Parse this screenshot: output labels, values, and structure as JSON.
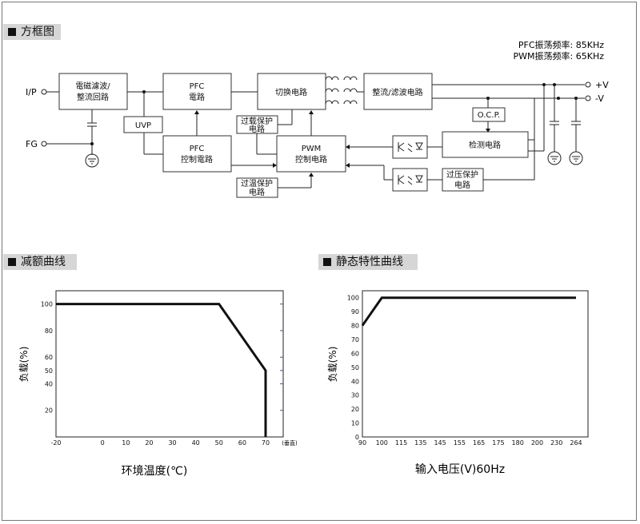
{
  "sections": {
    "block": "方框图",
    "derating": "减额曲线",
    "static": "静态特性曲线"
  },
  "freq": {
    "pfc": "PFC振荡频率: 85KHz",
    "pwm": "PWM振荡频率: 65KHz"
  },
  "blocks": {
    "emi": [
      "電磁濾波/",
      "整流回路"
    ],
    "pfc": [
      "PFC",
      "電路"
    ],
    "switch": "切换电路",
    "rect": "整流/滤波电路",
    "uvp": "UVP",
    "pfc_ctrl": [
      "PFC",
      "控制電路"
    ],
    "olp": [
      "过载保护",
      "电路"
    ],
    "pwm": [
      "PWM",
      "控制电路"
    ],
    "otp": [
      "过温保护",
      "电路"
    ],
    "ocp": "O.C.P.",
    "detect": "检测电路",
    "ovp": [
      "过压保护",
      "电路"
    ]
  },
  "terminals": {
    "ip": "I/P",
    "fg": "FG",
    "vplus": "+V",
    "vminus": "-V"
  },
  "chart_data": [
    {
      "type": "line",
      "x": [
        -20,
        50,
        70,
        70
      ],
      "y": [
        100,
        100,
        50,
        0
      ],
      "x_ticks": [
        "-20",
        "0",
        "10",
        "20",
        "30",
        "40",
        "50",
        "60",
        "70"
      ],
      "x_tick_values": [
        -20,
        0,
        10,
        20,
        30,
        40,
        50,
        60,
        70
      ],
      "x_extra_label": "(垂直)",
      "y_ticks": [
        "100",
        "80",
        "60",
        "50",
        "40",
        "20"
      ],
      "y_tick_values": [
        100,
        80,
        60,
        50,
        40,
        20
      ],
      "xlabel": "环境温度(℃)",
      "ylabel": "负载(%)",
      "xlim": [
        -20,
        80
      ],
      "ylim": [
        0,
        110
      ]
    },
    {
      "type": "line",
      "x": [
        90,
        100,
        264
      ],
      "y": [
        80,
        100,
        100
      ],
      "x_ticks": [
        "90",
        "100",
        "115",
        "135",
        "145",
        "155",
        "165",
        "175",
        "180",
        "200",
        "230",
        "264"
      ],
      "y_ticks": [
        "100",
        "90",
        "80",
        "70",
        "60",
        "50",
        "40",
        "30",
        "20",
        "10",
        "0"
      ],
      "y_tick_values": [
        100,
        90,
        80,
        70,
        60,
        50,
        40,
        30,
        20,
        10,
        0
      ],
      "xlabel": "输入电压(V)60Hz",
      "ylabel": "负载(%)",
      "ylim": [
        0,
        105
      ]
    }
  ]
}
